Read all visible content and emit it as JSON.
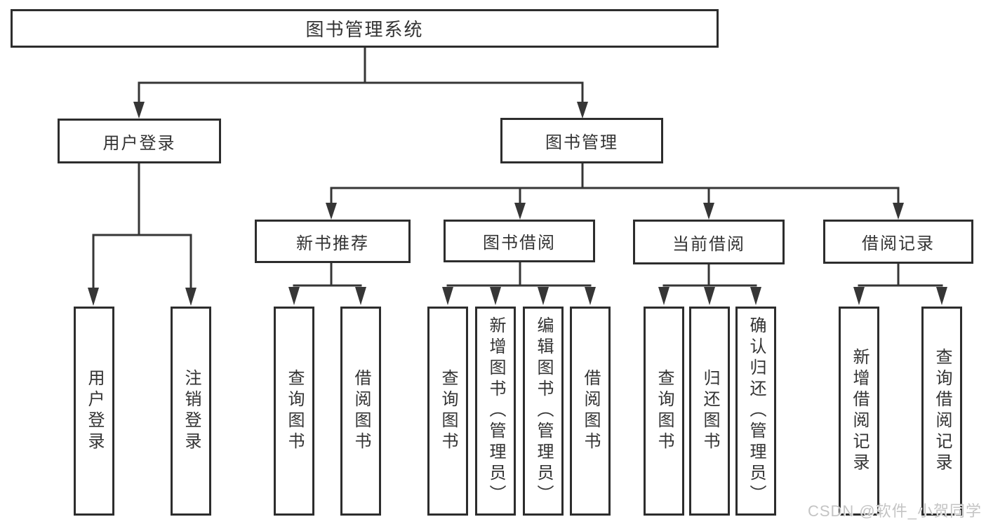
{
  "tree": {
    "root": "图书管理系统",
    "children": [
      {
        "label": "用户登录",
        "children": [
          "用户登录",
          "注销登录"
        ]
      },
      {
        "label": "图书管理",
        "children": [
          {
            "label": "新书推荐",
            "children": [
              "查询图书",
              "借阅图书"
            ]
          },
          {
            "label": "图书借阅",
            "children": [
              "查询图书",
              "新增图书（管理员）",
              "编辑图书（管理员）",
              "借阅图书"
            ]
          },
          {
            "label": "当前借阅",
            "children": [
              "查询图书",
              "归还图书",
              "确认归还（管理员）"
            ]
          },
          {
            "label": "借阅记录",
            "children": [
              "新增借阅记录",
              "查询借阅记录"
            ]
          }
        ]
      }
    ]
  },
  "watermark": "CSDN @软件_小贺同学",
  "colors": {
    "line": "#363636",
    "box_border": "#2d2d2d",
    "box_fill": "#ffffff",
    "text": "#333333",
    "watermark": "#c4c4c4"
  }
}
